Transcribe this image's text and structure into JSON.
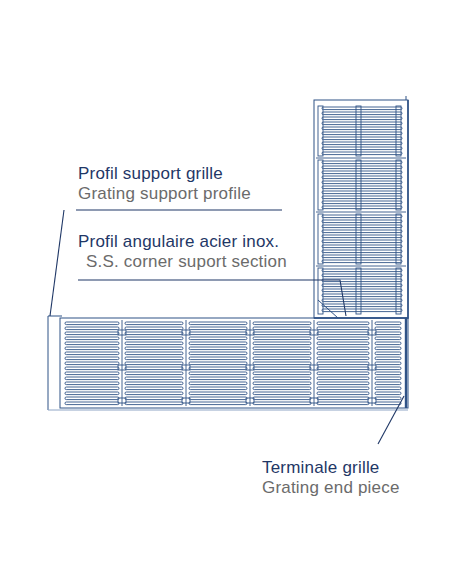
{
  "diagram": {
    "labels": [
      "Profil support grille",
      "Grating support profile",
      "Profil angulaire acier inox.",
      "S.S. corner suport section",
      "Terminale grille",
      "Grating end piece"
    ]
  }
}
